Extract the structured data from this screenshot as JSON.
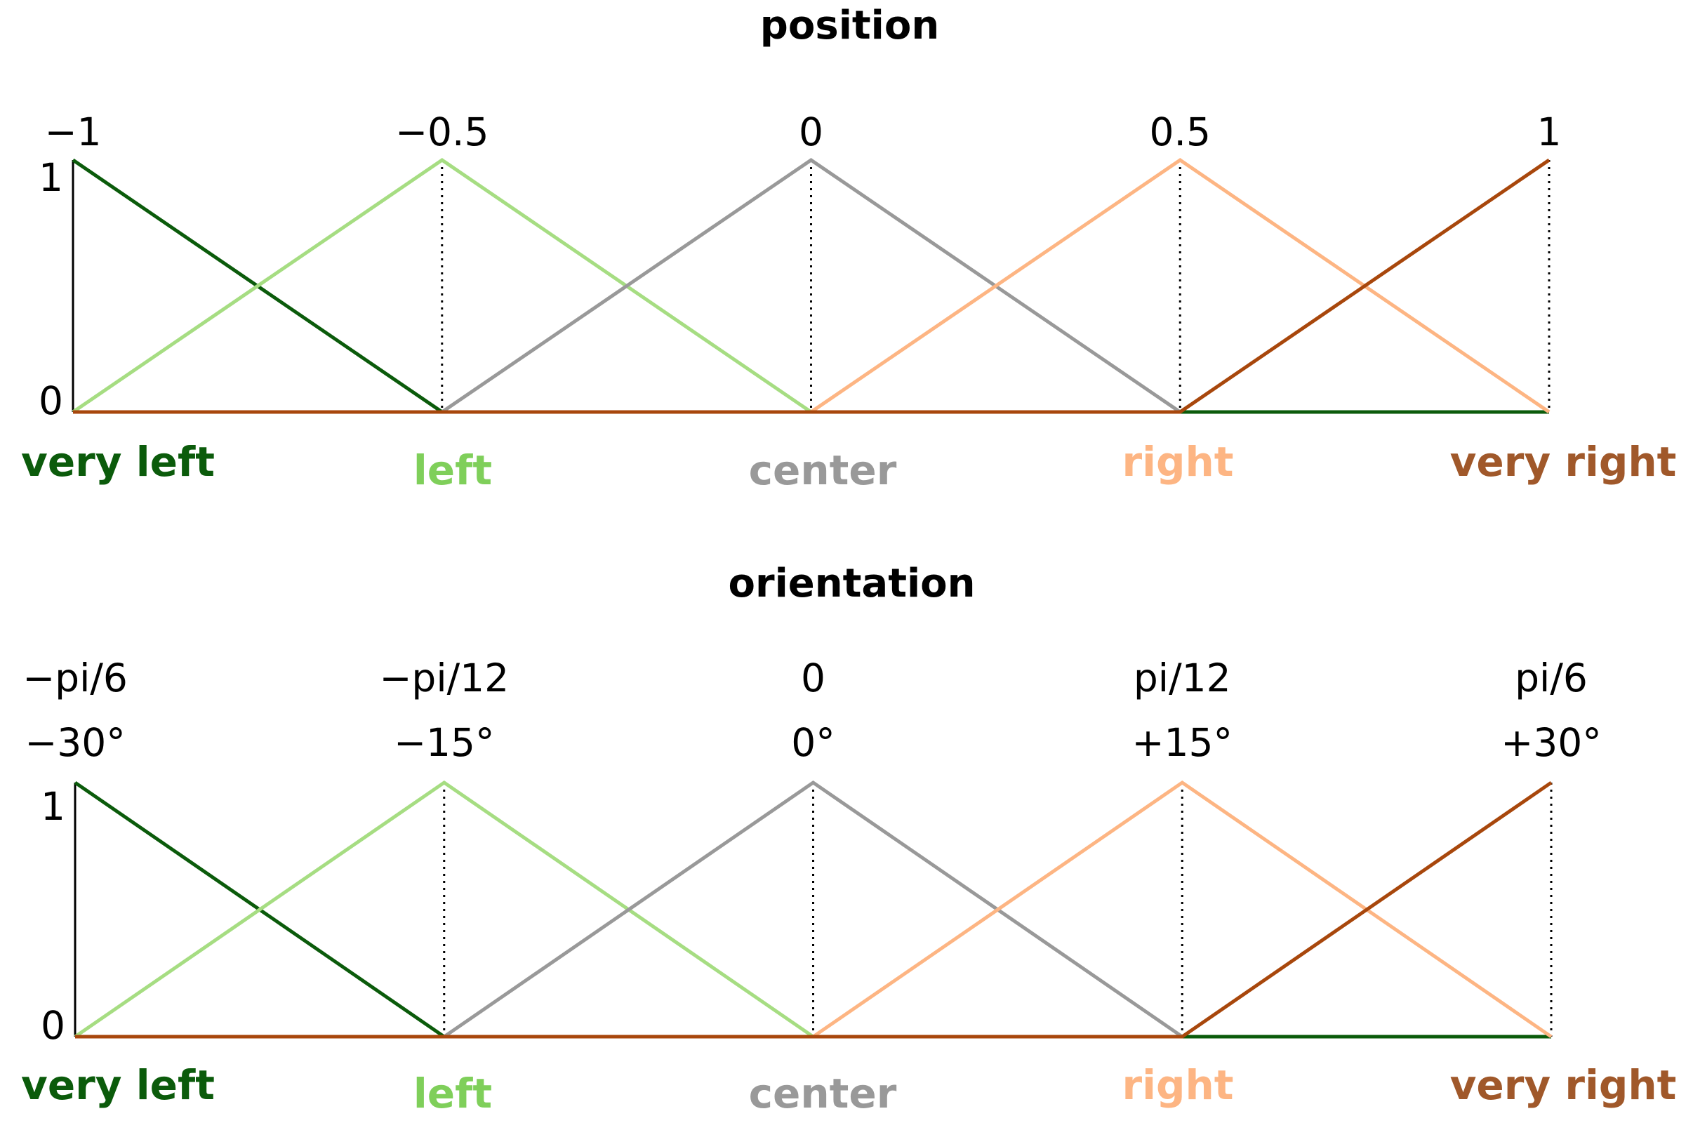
{
  "chart_data": [
    {
      "type": "line",
      "title": "position",
      "x": [
        -1,
        -0.5,
        0,
        0.5,
        1
      ],
      "x_tick_labels": [
        "−1",
        "−0.5",
        "0",
        "0.5",
        "1"
      ],
      "x_sub_labels": [],
      "y_tick_labels": [
        "1",
        "0"
      ],
      "ylim": [
        0,
        1
      ],
      "series": [
        {
          "name": "very left",
          "color": "#0b5b0b",
          "points": [
            [
              -1,
              1
            ],
            [
              -0.5,
              0
            ],
            [
              1,
              0
            ]
          ]
        },
        {
          "name": "left",
          "color": "#a6dd82",
          "points": [
            [
              -1,
              0
            ],
            [
              -0.5,
              1
            ],
            [
              0,
              0
            ]
          ]
        },
        {
          "name": "center",
          "color": "#999999",
          "points": [
            [
              -0.5,
              0
            ],
            [
              0,
              1
            ],
            [
              0.5,
              0
            ]
          ]
        },
        {
          "name": "right",
          "color": "#fdb583",
          "points": [
            [
              0,
              0
            ],
            [
              0.5,
              1
            ],
            [
              1,
              0
            ]
          ]
        },
        {
          "name": "very right",
          "color": "#a8470c",
          "points": [
            [
              -1,
              0
            ],
            [
              0.5,
              0
            ],
            [
              1,
              1
            ]
          ]
        }
      ]
    },
    {
      "type": "line",
      "title": "orientation",
      "x": [
        -30,
        -15,
        0,
        15,
        30
      ],
      "x_tick_labels": [
        "−pi/6",
        "−pi/12",
        "0",
        "pi/12",
        "pi/6"
      ],
      "x_sub_labels": [
        "−30°",
        "−15°",
        "0°",
        "+15°",
        "+30°"
      ],
      "y_tick_labels": [
        "1",
        "0"
      ],
      "ylim": [
        0,
        1
      ],
      "series": [
        {
          "name": "very left",
          "color": "#0b5b0b",
          "points": [
            [
              -30,
              1
            ],
            [
              -15,
              0
            ],
            [
              30,
              0
            ]
          ]
        },
        {
          "name": "left",
          "color": "#a6dd82",
          "points": [
            [
              -30,
              0
            ],
            [
              -15,
              1
            ],
            [
              0,
              0
            ]
          ]
        },
        {
          "name": "center",
          "color": "#999999",
          "points": [
            [
              -15,
              0
            ],
            [
              0,
              1
            ],
            [
              15,
              0
            ]
          ]
        },
        {
          "name": "right",
          "color": "#fdb583",
          "points": [
            [
              0,
              0
            ],
            [
              15,
              1
            ],
            [
              30,
              0
            ]
          ]
        },
        {
          "name": "very right",
          "color": "#a8470c",
          "points": [
            [
              -30,
              0
            ],
            [
              15,
              0
            ],
            [
              30,
              1
            ]
          ]
        }
      ]
    }
  ],
  "category_label_colors": [
    "#0b5b0b",
    "#7fcf5a",
    "#999999",
    "#fdb583",
    "#a0582a"
  ]
}
